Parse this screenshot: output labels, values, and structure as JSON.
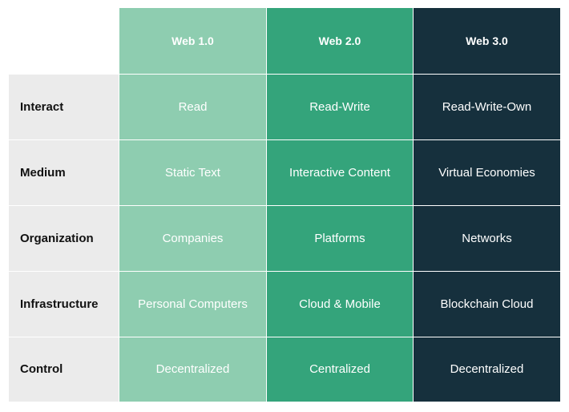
{
  "header": {
    "col1": "Web 1.0",
    "col2": "Web 2.0",
    "col3": "Web 3.0"
  },
  "rows": [
    {
      "label": "Interact",
      "v1": "Read",
      "v2": "Read-Write",
      "v3": "Read-Write-Own"
    },
    {
      "label": "Medium",
      "v1": "Static Text",
      "v2": "Interactive Content",
      "v3": "Virtual Economies"
    },
    {
      "label": "Organization",
      "v1": "Companies",
      "v2": "Platforms",
      "v3": "Networks"
    },
    {
      "label": "Infrastructure",
      "v1": "Personal Computers",
      "v2": "Cloud & Mobile",
      "v3": "Blockchain Cloud"
    },
    {
      "label": "Control",
      "v1": "Decentralized",
      "v2": "Centralized",
      "v3": "Decentralized"
    }
  ],
  "colors": {
    "web1": "#8ecdb0",
    "web2": "#34a47b",
    "web3": "#16303d",
    "label_bg": "#ebebeb"
  }
}
